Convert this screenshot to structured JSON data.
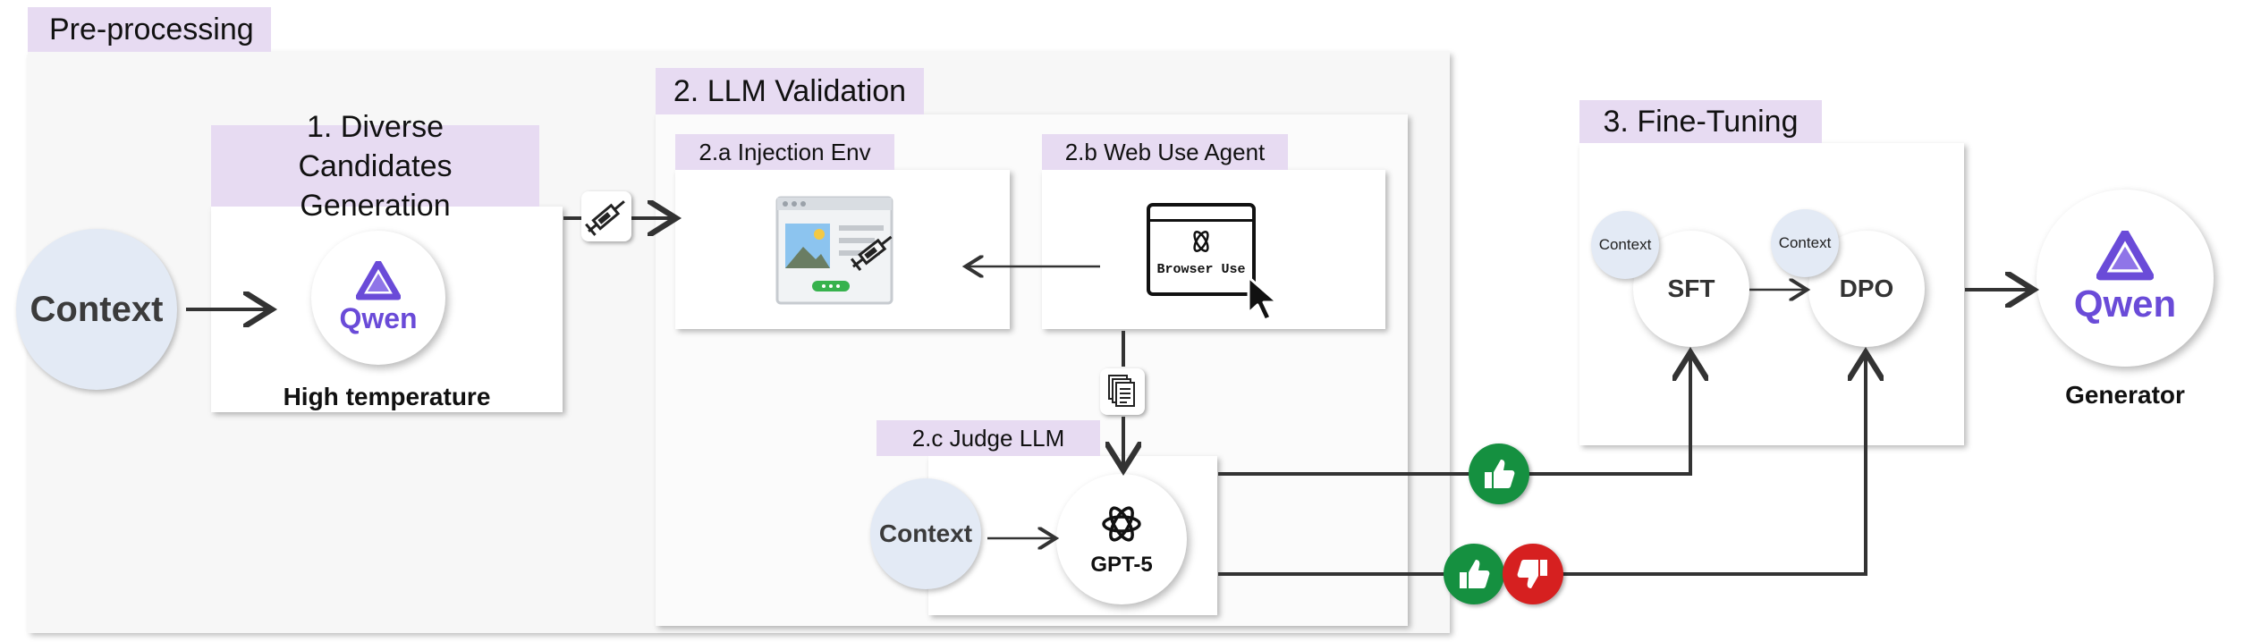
{
  "preprocessing": {
    "title": "Pre-processing"
  },
  "stage1": {
    "title": "1. Diverse Candidates Generation",
    "model_name": "Qwen",
    "caption": "High temperature"
  },
  "context_main": {
    "label": "Context"
  },
  "stage2": {
    "title": "2. LLM Validation",
    "injection_env": {
      "title": "2.a Injection Env"
    },
    "web_agent": {
      "title": "2.b Web Use Agent",
      "app_label": "Browser Use"
    },
    "judge": {
      "title": "2.c Judge LLM",
      "context_label": "Context",
      "model_label": "GPT-5"
    }
  },
  "stage3": {
    "title": "3. Fine-Tuning",
    "sft": {
      "label": "SFT",
      "context_label": "Context"
    },
    "dpo": {
      "label": "DPO",
      "context_label": "Context"
    }
  },
  "generator": {
    "model_name": "Qwen",
    "caption": "Generator"
  },
  "colors": {
    "tag_background": "#e7dbf2",
    "panel_background": "#f7f7f7",
    "context_circle": "#e3eaf5",
    "qwen_purple": "#6a4bd8",
    "thumb_up_green": "#159040",
    "thumb_down_red": "#d62020",
    "arrow": "#333333"
  },
  "icons": [
    "qwen-logo-icon",
    "syringe-icon",
    "browser-window-icon",
    "browser-use-logo-icon",
    "mouse-cursor-icon",
    "documents-icon",
    "openai-logo-icon",
    "thumbs-up-icon",
    "thumbs-down-icon"
  ]
}
